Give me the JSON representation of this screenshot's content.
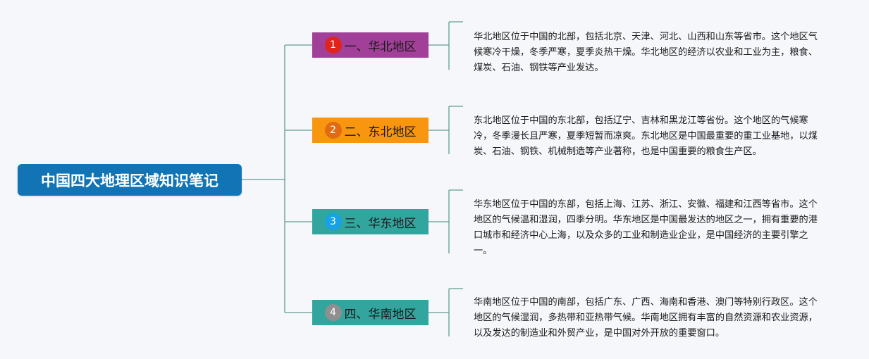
{
  "root": {
    "title": "中国四大地理区域知识笔记",
    "color": "#1274b5"
  },
  "branches": [
    {
      "badge": "1",
      "badge_color": "#e0241b",
      "label": "一、华北地区",
      "color": "#a23f98",
      "note": "华北地区位于中国的北部，包括北京、天津、河北、山西和山东等省市。这个地区气候寒冷干燥，冬季严寒，夏季炎热干燥。华北地区的经济以农业和工业为主，粮食、煤炭、石油、钢铁等产业发达。"
    },
    {
      "badge": "2",
      "badge_color": "#e26a12",
      "label": "二、东北地区",
      "color": "#f8960f",
      "note": "东北地区位于中国的东北部，包括辽宁、吉林和黑龙江等省份。这个地区的气候寒冷，冬季漫长且严寒，夏季短暂而凉爽。东北地区是中国最重要的重工业基地，以煤炭、石油、钢铁、机械制造等产业著称，也是中国重要的粮食生产区。"
    },
    {
      "badge": "3",
      "badge_color": "#17a1e6",
      "label": "三、华东地区",
      "color": "#32a59e",
      "note": "华东地区位于中国的东部，包括上海、江苏、浙江、安徽、福建和江西等省市。这个地区的气候温和湿润，四季分明。华东地区是中国最发达的地区之一，拥有重要的港口城市和经济中心上海，以及众多的工业和制造业企业，是中国经济的主要引擎之一。"
    },
    {
      "badge": "4",
      "badge_color": "#8f8f8f",
      "label": "四、华南地区",
      "color": "#32a59e",
      "note": "华南地区位于中国的南部，包括广东、广西、海南和香港、澳门等特别行政区。这个地区的气候湿润，多热带和亚热带气候。华南地区拥有丰富的自然资源和农业资源，以及发达的制造业和外贸产业，是中国对外开放的重要窗口。"
    }
  ],
  "line_color": "#5f9c92"
}
